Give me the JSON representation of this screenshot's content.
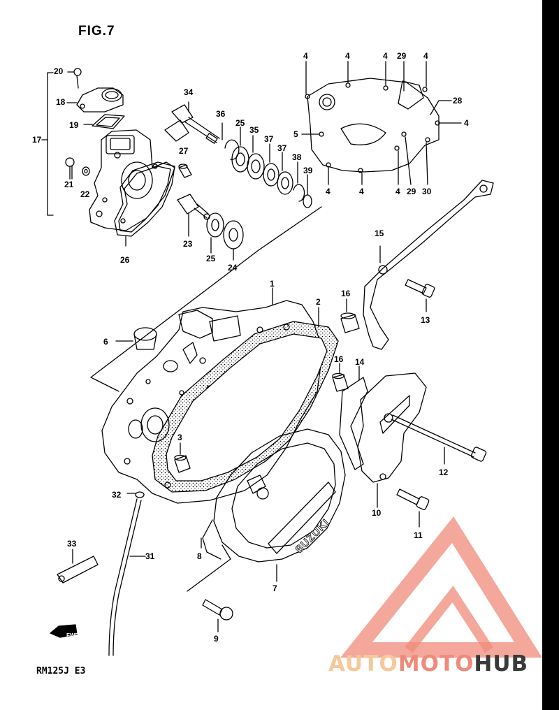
{
  "figure": {
    "title": "FIG.7",
    "model_code": "RM125J  E3"
  },
  "watermark": {
    "part1": "AUTO",
    "part2": "MOTO",
    "part3": "HUB",
    "color_light": "#f6c89a",
    "color_mid": "#f08a7a",
    "color_dark": "#3a3a3a"
  },
  "fwd_badge": "FWD",
  "cover_brand": "SUZUKI",
  "callouts": {
    "c1": "1",
    "c2": "2",
    "c3": "3",
    "c4a": "4",
    "c4b": "4",
    "c4c": "4",
    "c4d": "4",
    "c4e": "4",
    "c4f": "4",
    "c4g": "4",
    "c4h": "4",
    "c5": "5",
    "c6": "6",
    "c7": "7",
    "c8": "8",
    "c9": "9",
    "c10": "10",
    "c11": "11",
    "c12": "12",
    "c13": "13",
    "c14": "14",
    "c15": "15",
    "c16a": "16",
    "c16b": "16",
    "c17": "17",
    "c18": "18",
    "c19": "19",
    "c20": "20",
    "c21": "21",
    "c22": "22",
    "c23": "23",
    "c24": "24",
    "c25a": "25",
    "c25b": "25",
    "c26": "26",
    "c27": "27",
    "c28": "28",
    "c29a": "29",
    "c29b": "29",
    "c30": "30",
    "c31": "31",
    "c32": "32",
    "c33": "33",
    "c34": "34",
    "c35": "35",
    "c36": "36",
    "c37a": "37",
    "c37b": "37",
    "c38": "38",
    "c39": "39"
  }
}
